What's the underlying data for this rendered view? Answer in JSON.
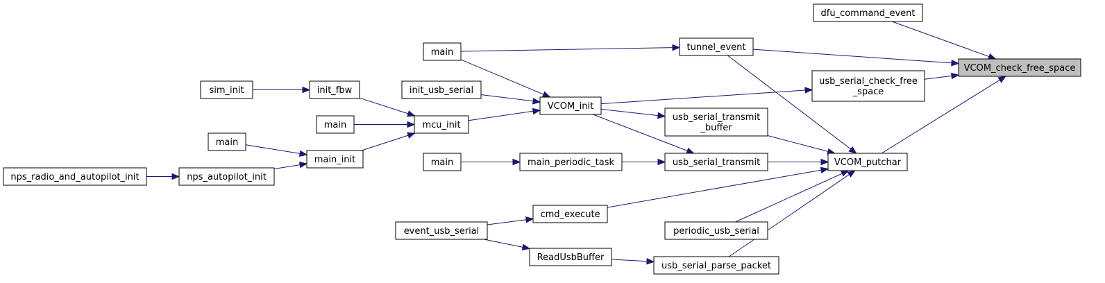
{
  "diagram": {
    "nodes": [
      {
        "id": "vcom_check_free_space",
        "lines": [
          "VCOM_check_free_space"
        ],
        "root": true
      },
      {
        "id": "dfu_command_event",
        "lines": [
          "dfu_command_event"
        ]
      },
      {
        "id": "tunnel_event",
        "lines": [
          "tunnel_event"
        ]
      },
      {
        "id": "usb_serial_check_free_space",
        "lines": [
          "usb_serial_check_free",
          "_space"
        ]
      },
      {
        "id": "vcom_putchar",
        "lines": [
          "VCOM_putchar"
        ]
      },
      {
        "id": "main_a",
        "lines": [
          "main"
        ]
      },
      {
        "id": "vcom_init",
        "lines": [
          "VCOM_init"
        ]
      },
      {
        "id": "init_usb_serial",
        "lines": [
          "init_usb_serial"
        ]
      },
      {
        "id": "mcu_init",
        "lines": [
          "mcu_init"
        ]
      },
      {
        "id": "init_fbw",
        "lines": [
          "init_fbw"
        ]
      },
      {
        "id": "sim_init",
        "lines": [
          "sim_init"
        ]
      },
      {
        "id": "main_b",
        "lines": [
          "main"
        ]
      },
      {
        "id": "main_init",
        "lines": [
          "main_init"
        ]
      },
      {
        "id": "main_c",
        "lines": [
          "main"
        ]
      },
      {
        "id": "nps_autopilot_init",
        "lines": [
          "nps_autopilot_init"
        ]
      },
      {
        "id": "nps_radio_and_autopilot_init",
        "lines": [
          "nps_radio_and_autopilot_init"
        ]
      },
      {
        "id": "usb_serial_transmit_buffer",
        "lines": [
          "usb_serial_transmit",
          "_buffer"
        ]
      },
      {
        "id": "usb_serial_transmit",
        "lines": [
          "usb_serial_transmit"
        ]
      },
      {
        "id": "main_periodic_task",
        "lines": [
          "main_periodic_task"
        ]
      },
      {
        "id": "main_d",
        "lines": [
          "main"
        ]
      },
      {
        "id": "cmd_execute",
        "lines": [
          "cmd_execute"
        ]
      },
      {
        "id": "event_usb_serial",
        "lines": [
          "event_usb_serial"
        ]
      },
      {
        "id": "periodic_usb_serial",
        "lines": [
          "periodic_usb_serial"
        ]
      },
      {
        "id": "readusbbuffer",
        "lines": [
          "ReadUsbBuffer"
        ]
      },
      {
        "id": "usb_serial_parse_packet",
        "lines": [
          "usb_serial_parse_packet"
        ]
      }
    ],
    "edges": [
      {
        "from": "dfu_command_event",
        "to": "vcom_check_free_space"
      },
      {
        "from": "tunnel_event",
        "to": "vcom_check_free_space"
      },
      {
        "from": "usb_serial_check_free_space",
        "to": "vcom_check_free_space"
      },
      {
        "from": "vcom_putchar",
        "to": "vcom_check_free_space"
      },
      {
        "from": "main_a",
        "to": "tunnel_event"
      },
      {
        "from": "main_a",
        "to": "vcom_init"
      },
      {
        "from": "vcom_init",
        "to": "usb_serial_check_free_space"
      },
      {
        "from": "init_usb_serial",
        "to": "vcom_init"
      },
      {
        "from": "mcu_init",
        "to": "vcom_init"
      },
      {
        "from": "init_fbw",
        "to": "mcu_init"
      },
      {
        "from": "sim_init",
        "to": "init_fbw"
      },
      {
        "from": "main_b",
        "to": "mcu_init"
      },
      {
        "from": "main_init",
        "to": "mcu_init"
      },
      {
        "from": "main_c",
        "to": "main_init"
      },
      {
        "from": "nps_autopilot_init",
        "to": "main_init"
      },
      {
        "from": "nps_radio_and_autopilot_init",
        "to": "nps_autopilot_init"
      },
      {
        "from": "vcom_init",
        "to": "usb_serial_transmit_buffer"
      },
      {
        "from": "vcom_init",
        "to": "usb_serial_transmit"
      },
      {
        "from": "tunnel_event",
        "to": "vcom_putchar"
      },
      {
        "from": "usb_serial_transmit_buffer",
        "to": "vcom_putchar"
      },
      {
        "from": "usb_serial_transmit",
        "to": "vcom_putchar"
      },
      {
        "from": "main_periodic_task",
        "to": "usb_serial_transmit"
      },
      {
        "from": "main_d",
        "to": "main_periodic_task"
      },
      {
        "from": "cmd_execute",
        "to": "vcom_putchar"
      },
      {
        "from": "event_usb_serial",
        "to": "cmd_execute"
      },
      {
        "from": "event_usb_serial",
        "to": "readusbbuffer"
      },
      {
        "from": "periodic_usb_serial",
        "to": "vcom_putchar"
      },
      {
        "from": "readusbbuffer",
        "to": "usb_serial_parse_packet"
      },
      {
        "from": "usb_serial_parse_packet",
        "to": "vcom_putchar"
      }
    ]
  }
}
